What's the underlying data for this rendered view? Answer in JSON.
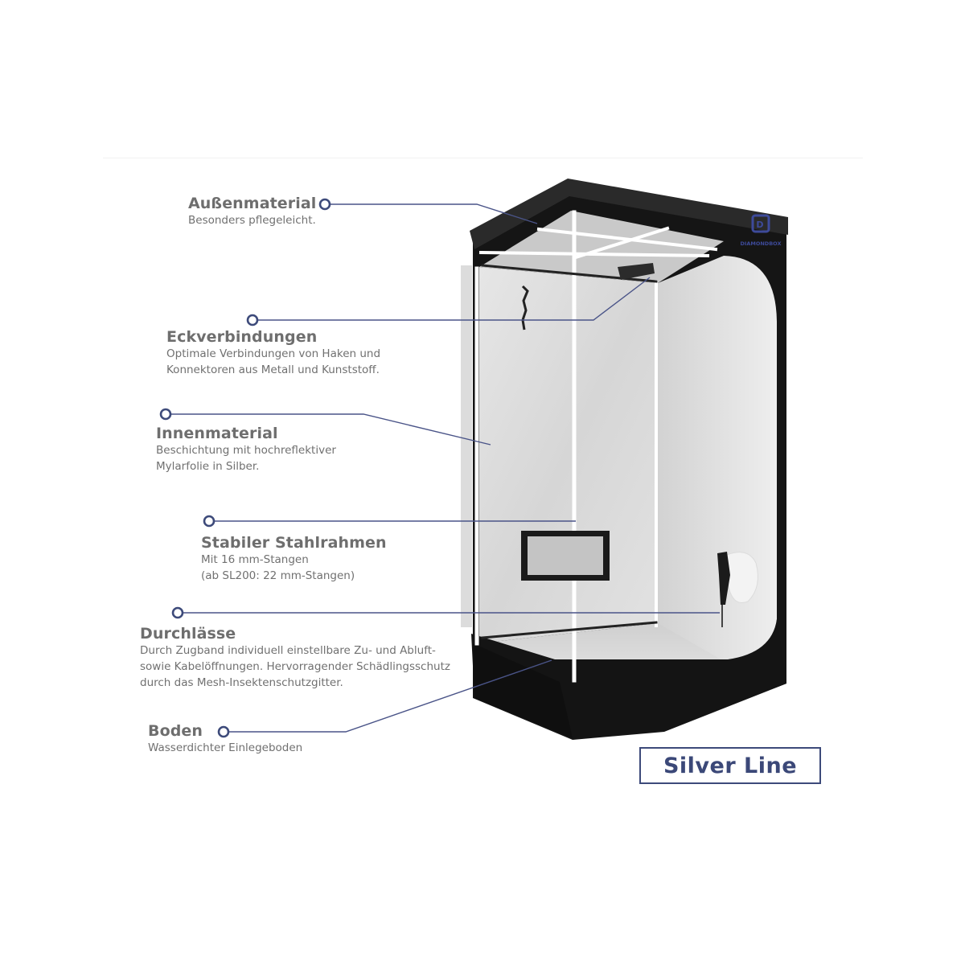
{
  "brand": {
    "logo_text": "DIAMONDBOX",
    "logo_glyph": "D",
    "accent_color": "#3d4a7a",
    "line_color": "#4a5488"
  },
  "badge": {
    "label": "Silver Line"
  },
  "features": [
    {
      "title": "Außenmaterial",
      "desc": [
        "Besonders pflegeleicht."
      ]
    },
    {
      "title": "Eckverbindungen",
      "desc": [
        "Optimale Verbindungen von Haken und",
        "Konnektoren aus Metall und Kunststoff."
      ]
    },
    {
      "title": "Innenmaterial",
      "desc": [
        "Beschichtung mit hochreflektiver",
        "Mylarfolie in Silber."
      ]
    },
    {
      "title": "Stabiler Stahlrahmen",
      "desc": [
        "Mit 16 mm-Stangen",
        "(ab SL200: 22 mm-Stangen)"
      ]
    },
    {
      "title": "Durchlässe",
      "desc": [
        "Durch Zugband individuell einstellbare Zu- und Abluft-",
        "sowie Kabelöffnungen. Hervorragender Schädlingsschutz",
        "durch das Mesh-Insektenschutzgitter."
      ]
    },
    {
      "title": "Boden",
      "desc": [
        "Wasserdichter Einlegeboden"
      ]
    }
  ]
}
